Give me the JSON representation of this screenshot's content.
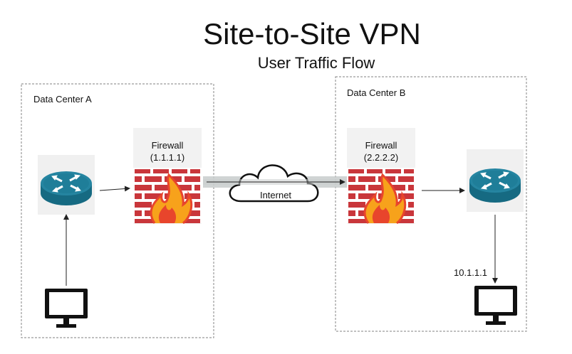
{
  "title": "Site-to-Site VPN",
  "subtitle": "User Traffic Flow",
  "data_center_a": {
    "label": "Data Center A",
    "firewall_label": "Firewall",
    "firewall_ip": "(1.1.1.1)"
  },
  "data_center_b": {
    "label": "Data Center B",
    "firewall_label": "Firewall",
    "firewall_ip": "(2.2.2.2)",
    "host_ip": "10.1.1.1"
  },
  "internet_label": "Internet",
  "colors": {
    "router_teal": "#1f7e99",
    "router_dark": "#166a82",
    "brick_red": "#c9363b",
    "flame_orange": "#f7a21b",
    "flame_red": "#e8452c",
    "tunnel_gray": "#c8cccc",
    "box_border": "#9a9a9a"
  }
}
